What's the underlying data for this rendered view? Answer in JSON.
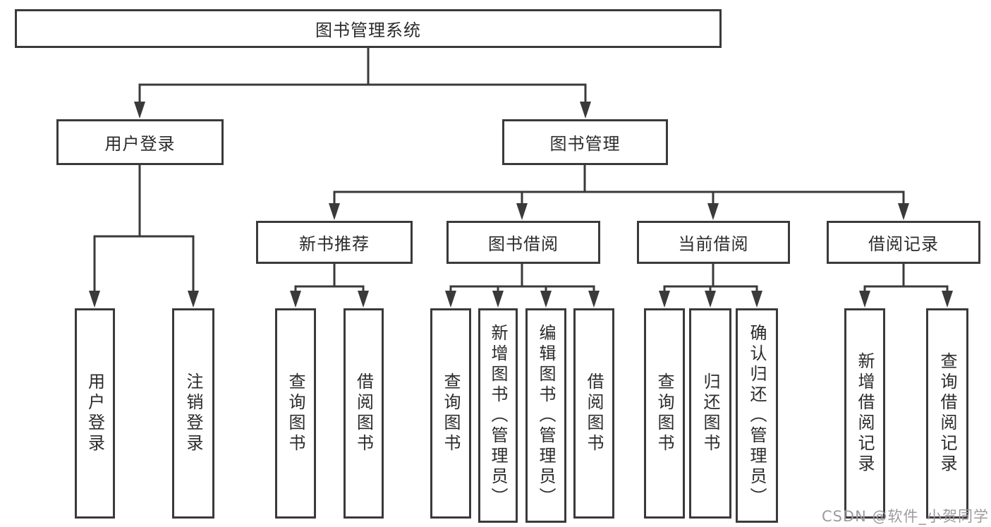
{
  "tree": {
    "root": "图书管理系统",
    "level2": [
      {
        "label": "用户登录"
      },
      {
        "label": "图书管理"
      }
    ],
    "level3": [
      {
        "label": "新书推荐"
      },
      {
        "label": "图书借阅"
      },
      {
        "label": "当前借阅"
      },
      {
        "label": "借阅记录"
      }
    ],
    "leaves_login": [
      "用户登录",
      "注销登录"
    ],
    "leaves_newbook": [
      "查询图书",
      "借阅图书"
    ],
    "leaves_bookborrow": [
      "查询图书",
      "新增图书（管理员）",
      "编辑图书（管理员）",
      "借阅图书"
    ],
    "leaves_current": [
      "查询图书",
      "归还图书",
      "确认归还（管理员）"
    ],
    "leaves_records": [
      "新增借阅记录",
      "查询借阅记录"
    ]
  },
  "watermark": {
    "text": "CSDN @软件_小贺同学",
    "color": "#9c9c9c"
  },
  "colors": {
    "line": "#3a3a3a",
    "box_border": "#3a3a3a",
    "text": "#2b2b2b",
    "background": "#ffffff"
  }
}
